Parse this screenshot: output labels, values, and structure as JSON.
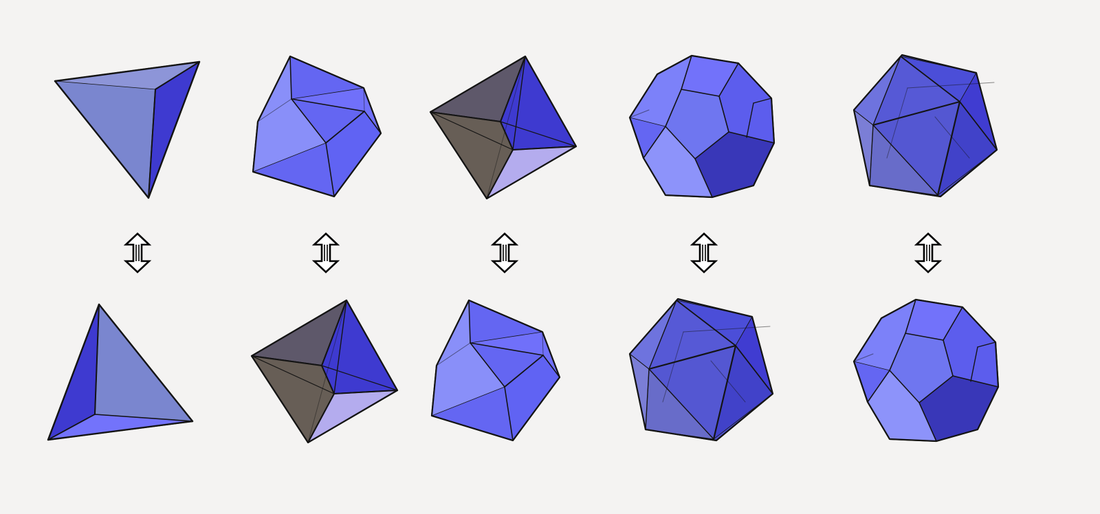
{
  "background": "#f4f3f2",
  "colors": {
    "edge": "#141414",
    "face_light": "#7a86cf",
    "face_mid": "#6466f2",
    "face_bright": "#7373fb",
    "face_dark": "#3e3ad0",
    "face_deep": "#312fae",
    "face_pale": "#a8b0ff",
    "face_gray": "#5e586a",
    "face_olive": "#675e56",
    "face_lavender": "#b4acee",
    "arrow_stroke": "#000000",
    "arrow_fill": "#ffffff"
  },
  "pairs": [
    {
      "top": "tetrahedron",
      "bottom": "tetrahedron",
      "arrow_icon": "double-arrow-vertical-icon"
    },
    {
      "top": "cube",
      "bottom": "octahedron",
      "arrow_icon": "double-arrow-vertical-icon"
    },
    {
      "top": "octahedron",
      "bottom": "cube",
      "arrow_icon": "double-arrow-vertical-icon"
    },
    {
      "top": "dodecahedron",
      "bottom": "icosahedron",
      "arrow_icon": "double-arrow-vertical-icon"
    },
    {
      "top": "icosahedron",
      "bottom": "dodecahedron",
      "arrow_icon": "double-arrow-vertical-icon"
    }
  ]
}
